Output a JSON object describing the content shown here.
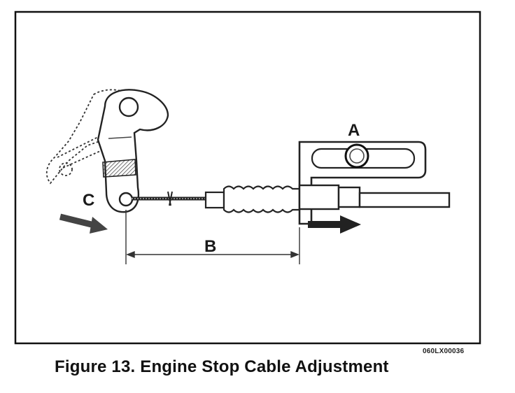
{
  "figure": {
    "labels": {
      "a": "A",
      "b": "B",
      "c": "C"
    },
    "code": "060LX00036",
    "caption": "Figure 13.  Engine Stop Cable Adjustment"
  }
}
